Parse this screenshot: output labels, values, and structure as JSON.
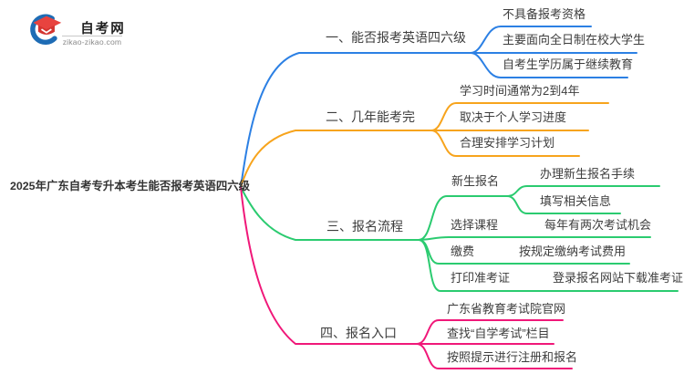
{
  "logo": {
    "title": "自考网",
    "domain": "zikao-zikao.com",
    "icon": "graduation-cap-icon",
    "cap_color": "#e8433f",
    "swoosh_color": "#1e6cb5"
  },
  "central": {
    "title": "2025年广东自考专升本考生能否报考英语四六级"
  },
  "branches": [
    {
      "label": "一、能否报考英语四六级",
      "color": "#2c80e4",
      "children": [
        {
          "label": "不具备报考资格"
        },
        {
          "label": "主要面向全日制在校大学生"
        },
        {
          "label": "自考生学历属于继续教育"
        }
      ]
    },
    {
      "label": "二、几年能考完",
      "color": "#f7a41d",
      "children": [
        {
          "label": "学习时间通常为2到4年"
        },
        {
          "label": "取决于个人学习进度"
        },
        {
          "label": "合理安排学习计划"
        }
      ]
    },
    {
      "label": "三、报名流程",
      "color": "#2bcb70",
      "children": [
        {
          "label": "新生报名",
          "children": [
            {
              "label": "办理新生报名手续"
            },
            {
              "label": "填写相关信息"
            }
          ]
        },
        {
          "label": "选择课程",
          "children": [
            {
              "label": "每年有两次考试机会"
            }
          ]
        },
        {
          "label": "缴费",
          "children": [
            {
              "label": "按规定缴纳考试费用"
            }
          ]
        },
        {
          "label": "打印准考证",
          "children": [
            {
              "label": "登录报名网站下载准考证"
            }
          ]
        }
      ]
    },
    {
      "label": "四、报名入口",
      "color": "#f01879",
      "children": [
        {
          "label": "广东省教育考试院官网"
        },
        {
          "label": "查找“自学考试”栏目"
        },
        {
          "label": "按照提示进行注册和报名"
        }
      ]
    }
  ]
}
